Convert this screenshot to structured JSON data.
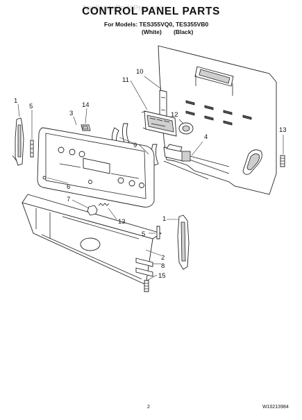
{
  "header": {
    "watermark": "AppliancePartsPros.com",
    "title": "CONTROL PANEL PARTS",
    "models_line": "For Models: TES355VQ0, TES355VB0",
    "variant_white": "(White)",
    "variant_black": "(Black)"
  },
  "callouts": {
    "c1_left": "1",
    "c5_left": "5",
    "c3": "3",
    "c14": "14",
    "c11": "11",
    "c10": "10",
    "c12": "12",
    "c9": "9",
    "c4": "4",
    "c13_right": "13",
    "c6": "6",
    "c7": "7",
    "c13_mid": "13",
    "c1_right": "1",
    "c5_right": "5",
    "c2": "2",
    "c8": "8",
    "c15": "15"
  },
  "footer": {
    "page_number": "2",
    "document_number": "W10213984"
  }
}
